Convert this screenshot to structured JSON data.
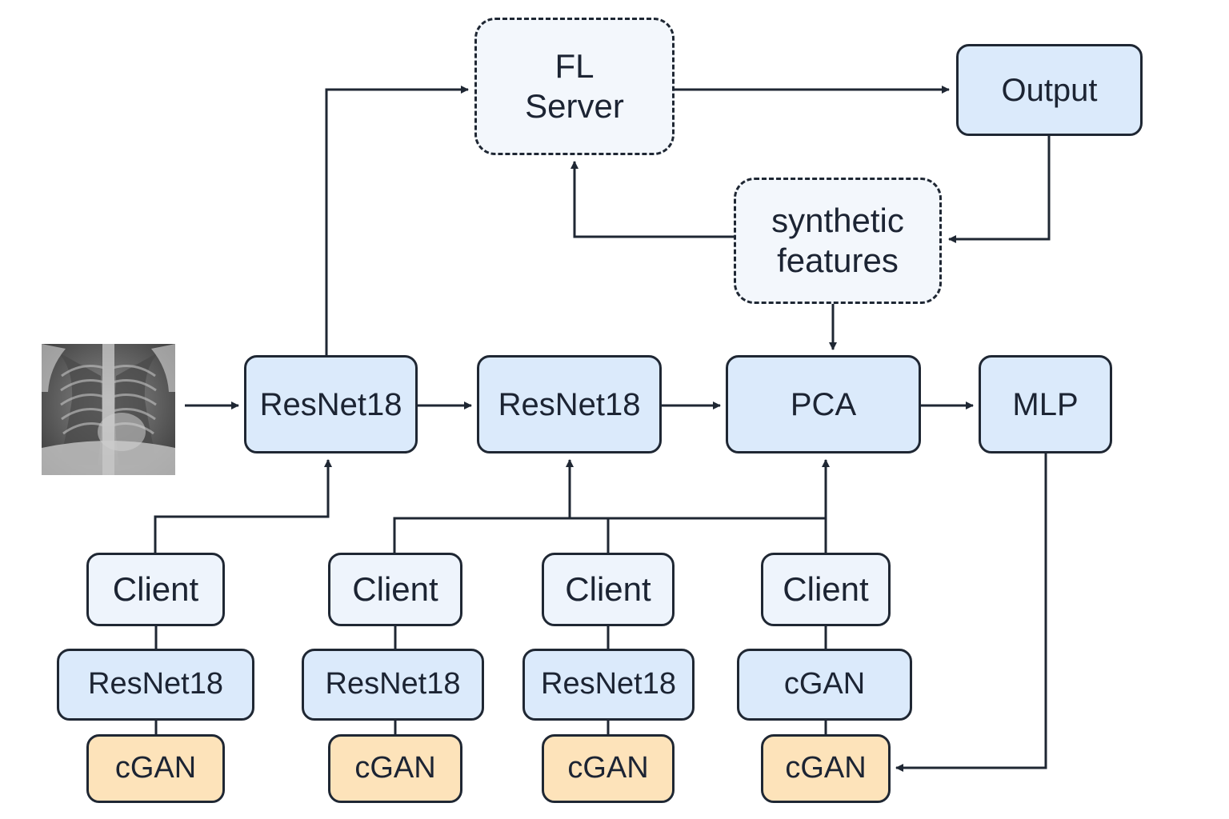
{
  "colors": {
    "model_box": "#dbeafb",
    "client_box": "#eef4fc",
    "dashed_box": "#f3f7fc",
    "cgan_box": "#fde3ba",
    "stroke": "#1f2733"
  },
  "input": {
    "icon": "chest-xray-icon"
  },
  "server": {
    "line1": "FL",
    "line2": "Server"
  },
  "output": {
    "label": "Output"
  },
  "synthetic": {
    "line1": "synthetic",
    "line2": "features"
  },
  "pipeline": {
    "resnet_a": "ResNet18",
    "resnet_b": "ResNet18",
    "pca": "PCA",
    "mlp": "MLP"
  },
  "clients": [
    {
      "client": "Client",
      "model": "ResNet18",
      "generator": "cGAN"
    },
    {
      "client": "Client",
      "model": "ResNet18",
      "generator": "cGAN"
    },
    {
      "client": "Client",
      "model": "ResNet18",
      "generator": "cGAN"
    },
    {
      "client": "Client",
      "model": "cGAN",
      "generator": "cGAN"
    }
  ]
}
